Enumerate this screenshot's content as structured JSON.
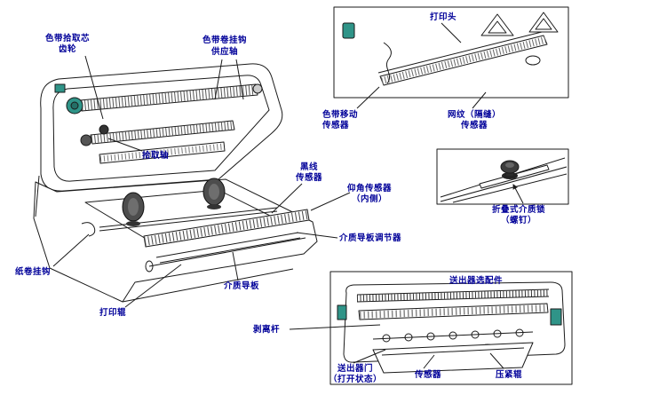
{
  "figure": {
    "type": "printer-parts-diagram"
  },
  "colors": {
    "label": "#000099",
    "accent_teal": "#2f9488",
    "line": "#1a1a1a"
  },
  "labels": {
    "ribbon_takeup_core_gear": "色带拾取芯\n齿轮",
    "ribbon_roll_hook": "色带卷挂钩",
    "supply_spindle": "供应轴",
    "print_head": "打印头",
    "ribbon_motion_sensor": "色带移动\n传感器",
    "web_gap_sensor": "网纹（隔缝）\n传感器",
    "takeup_spindle": "拾取轴",
    "black_line_sensor": "黑线\n传感器",
    "elevation_sensor_inner": "仰角传感器\n（内侧）",
    "fanfold_media_lock": "折叠式介质锁\n（螺钉）",
    "media_guide_adjuster": "介质导板调节器",
    "paper_roll_hook": "纸卷挂钩",
    "media_guide": "介质导板",
    "print_roller": "打印辊",
    "dispenser_option": "送出器选配件",
    "peel_bar": "剥离杆",
    "dispenser_door_open": "送出器门\n（打开状态）",
    "sensor": "传感器",
    "pinch_roller": "压紧辊"
  }
}
